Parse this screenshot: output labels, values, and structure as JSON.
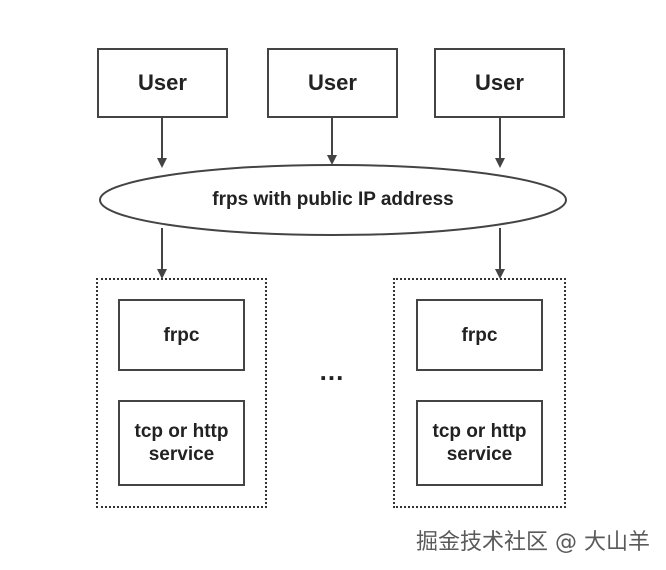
{
  "users": [
    {
      "label": "User"
    },
    {
      "label": "User"
    },
    {
      "label": "User"
    }
  ],
  "server": {
    "label": "frps with public IP address"
  },
  "groups": [
    {
      "client_label": "frpc",
      "service_label": "tcp or http service"
    },
    {
      "client_label": "frpc",
      "service_label": "tcp or http service"
    }
  ],
  "ellipsis": "...",
  "watermark": "掘金技术社区 @ 大山羊",
  "colors": {
    "stroke": "#444444",
    "text": "#222222",
    "background": "#ffffff"
  }
}
